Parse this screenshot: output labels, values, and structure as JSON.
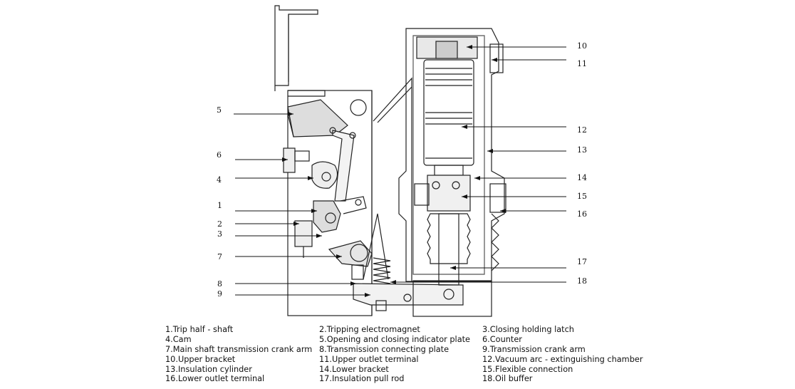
{
  "diagram": {
    "callouts": [
      "5",
      "6",
      "4",
      "1",
      "2",
      "3",
      "7",
      "8",
      "9",
      "10",
      "11",
      "12",
      "13",
      "14",
      "15",
      "16",
      "17",
      "18"
    ]
  },
  "legend": [
    "1.Trip half - shaft",
    "2.Tripping electromagnet",
    "3.Closing holding latch",
    "4.Cam",
    "5.Opening and closing indicator plate",
    "6.Counter",
    "7.Main shaft transmission crank arm",
    "8.Transmission connecting plate",
    " 9.Transmission crank arm",
    "10.Upper bracket",
    "11.Upper outlet terminal",
    "12.Vacuum arc - extinguishing chamber",
    "13.Insulation cylinder",
    "14.Lower bracket",
    "15.Flexible connection",
    "16.Lower outlet terminal",
    "17.Insulation pull rod",
    "18.Oil buffer"
  ]
}
